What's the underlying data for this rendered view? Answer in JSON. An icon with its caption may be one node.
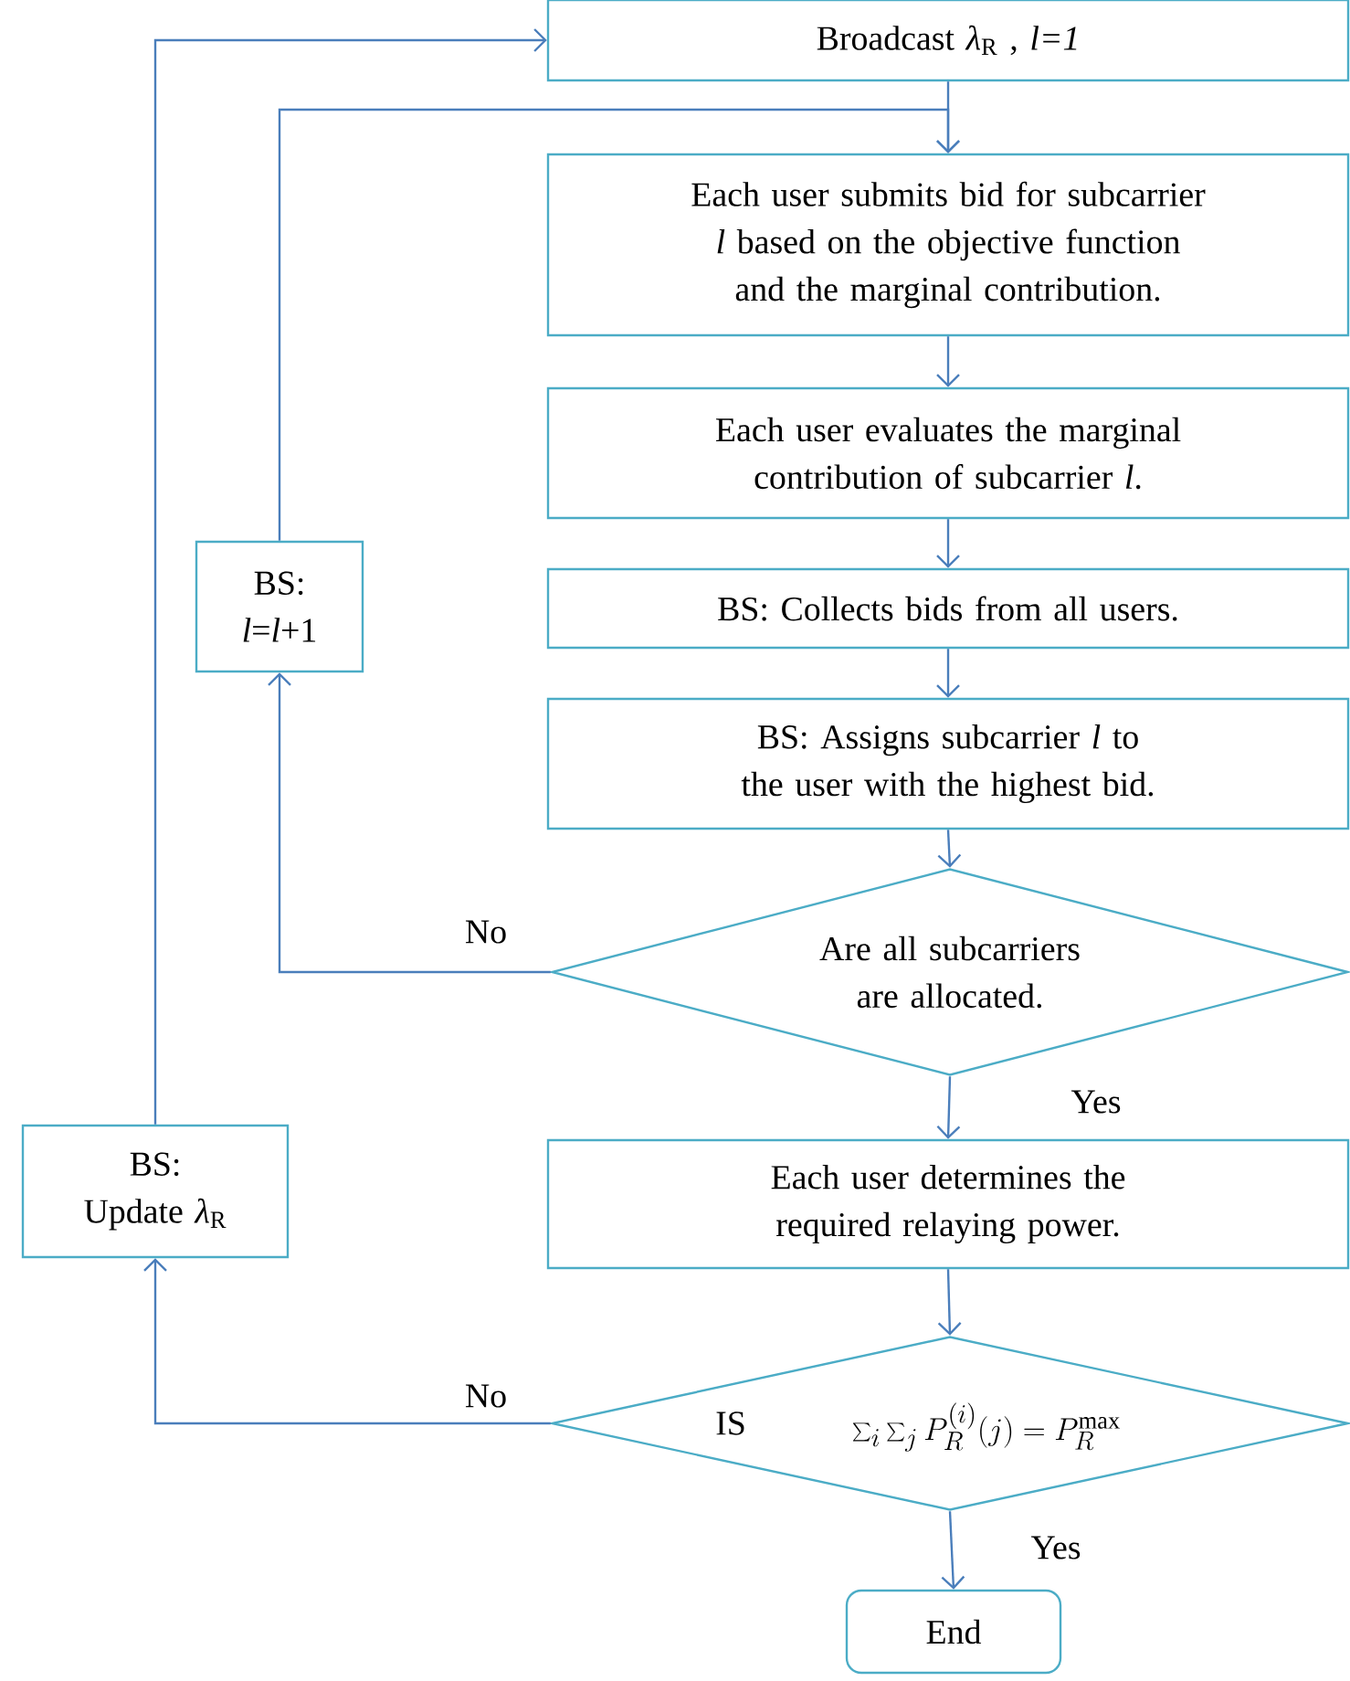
{
  "diagram": {
    "nodes": [
      {
        "text": [
          "Broadcast *λ*$_{R}$ , *l=1*"
        ]
      },
      {
        "text": [
          "Each user submits bid for subcarrier *l* based on the objective function and the marginal contribution."
        ]
      },
      {
        "text": [
          "Each user evaluates the marginal contribution of subcarrier *l*."
        ]
      },
      {
        "text": [
          "BS:  Collects bids from all users."
        ]
      },
      {
        "text": [
          "BS: Assigns subcarrier *l* to the user with the highest bid."
        ]
      },
      {
        "text": [
          "Are all  subcarriers are allocated."
        ]
      },
      {
        "text": [
          "Each user determines the required relaying power."
        ]
      },
      {
        "text": [
          "IS",
          "\\sum_{i}\\sum_{j}P_{R}^{(i)}(j)=P_{R}^{\\max}"
        ]
      },
      {
        "text": [
          "End"
        ]
      },
      {
        "text": [
          "BS:",
          "*l*=*l*+1"
        ]
      },
      {
        "text": [
          "BS:",
          "Update  *λ*$_{R}$"
        ]
      }
    ],
    "edges": [
      {
        "from": 0,
        "to": 1,
        "arrow": "to"
      },
      {
        "from": 1,
        "to": 2,
        "arrow": "to"
      },
      {
        "from": 2,
        "to": 3,
        "arrow": "to"
      },
      {
        "from": 3,
        "to": 4,
        "arrow": "to"
      },
      {
        "from": 4,
        "to": 5,
        "arrow": "to"
      },
      {
        "from": 5,
        "to": 6,
        "arrow": "to",
        "label": "Yes"
      },
      {
        "from": 6,
        "to": 7,
        "arrow": "to"
      },
      {
        "from": 7,
        "to": 8,
        "arrow": "to",
        "label": "Yes"
      },
      {
        "from": 5,
        "to": 9,
        "arrow": "to",
        "label": "No"
      },
      {
        "from": 9,
        "to": 1,
        "arrow": "to"
      },
      {
        "from": 7,
        "to": 10,
        "arrow": "to",
        "label": "No"
      },
      {
        "from": 10,
        "to": 0,
        "arrow": "to"
      }
    ]
  }
}
